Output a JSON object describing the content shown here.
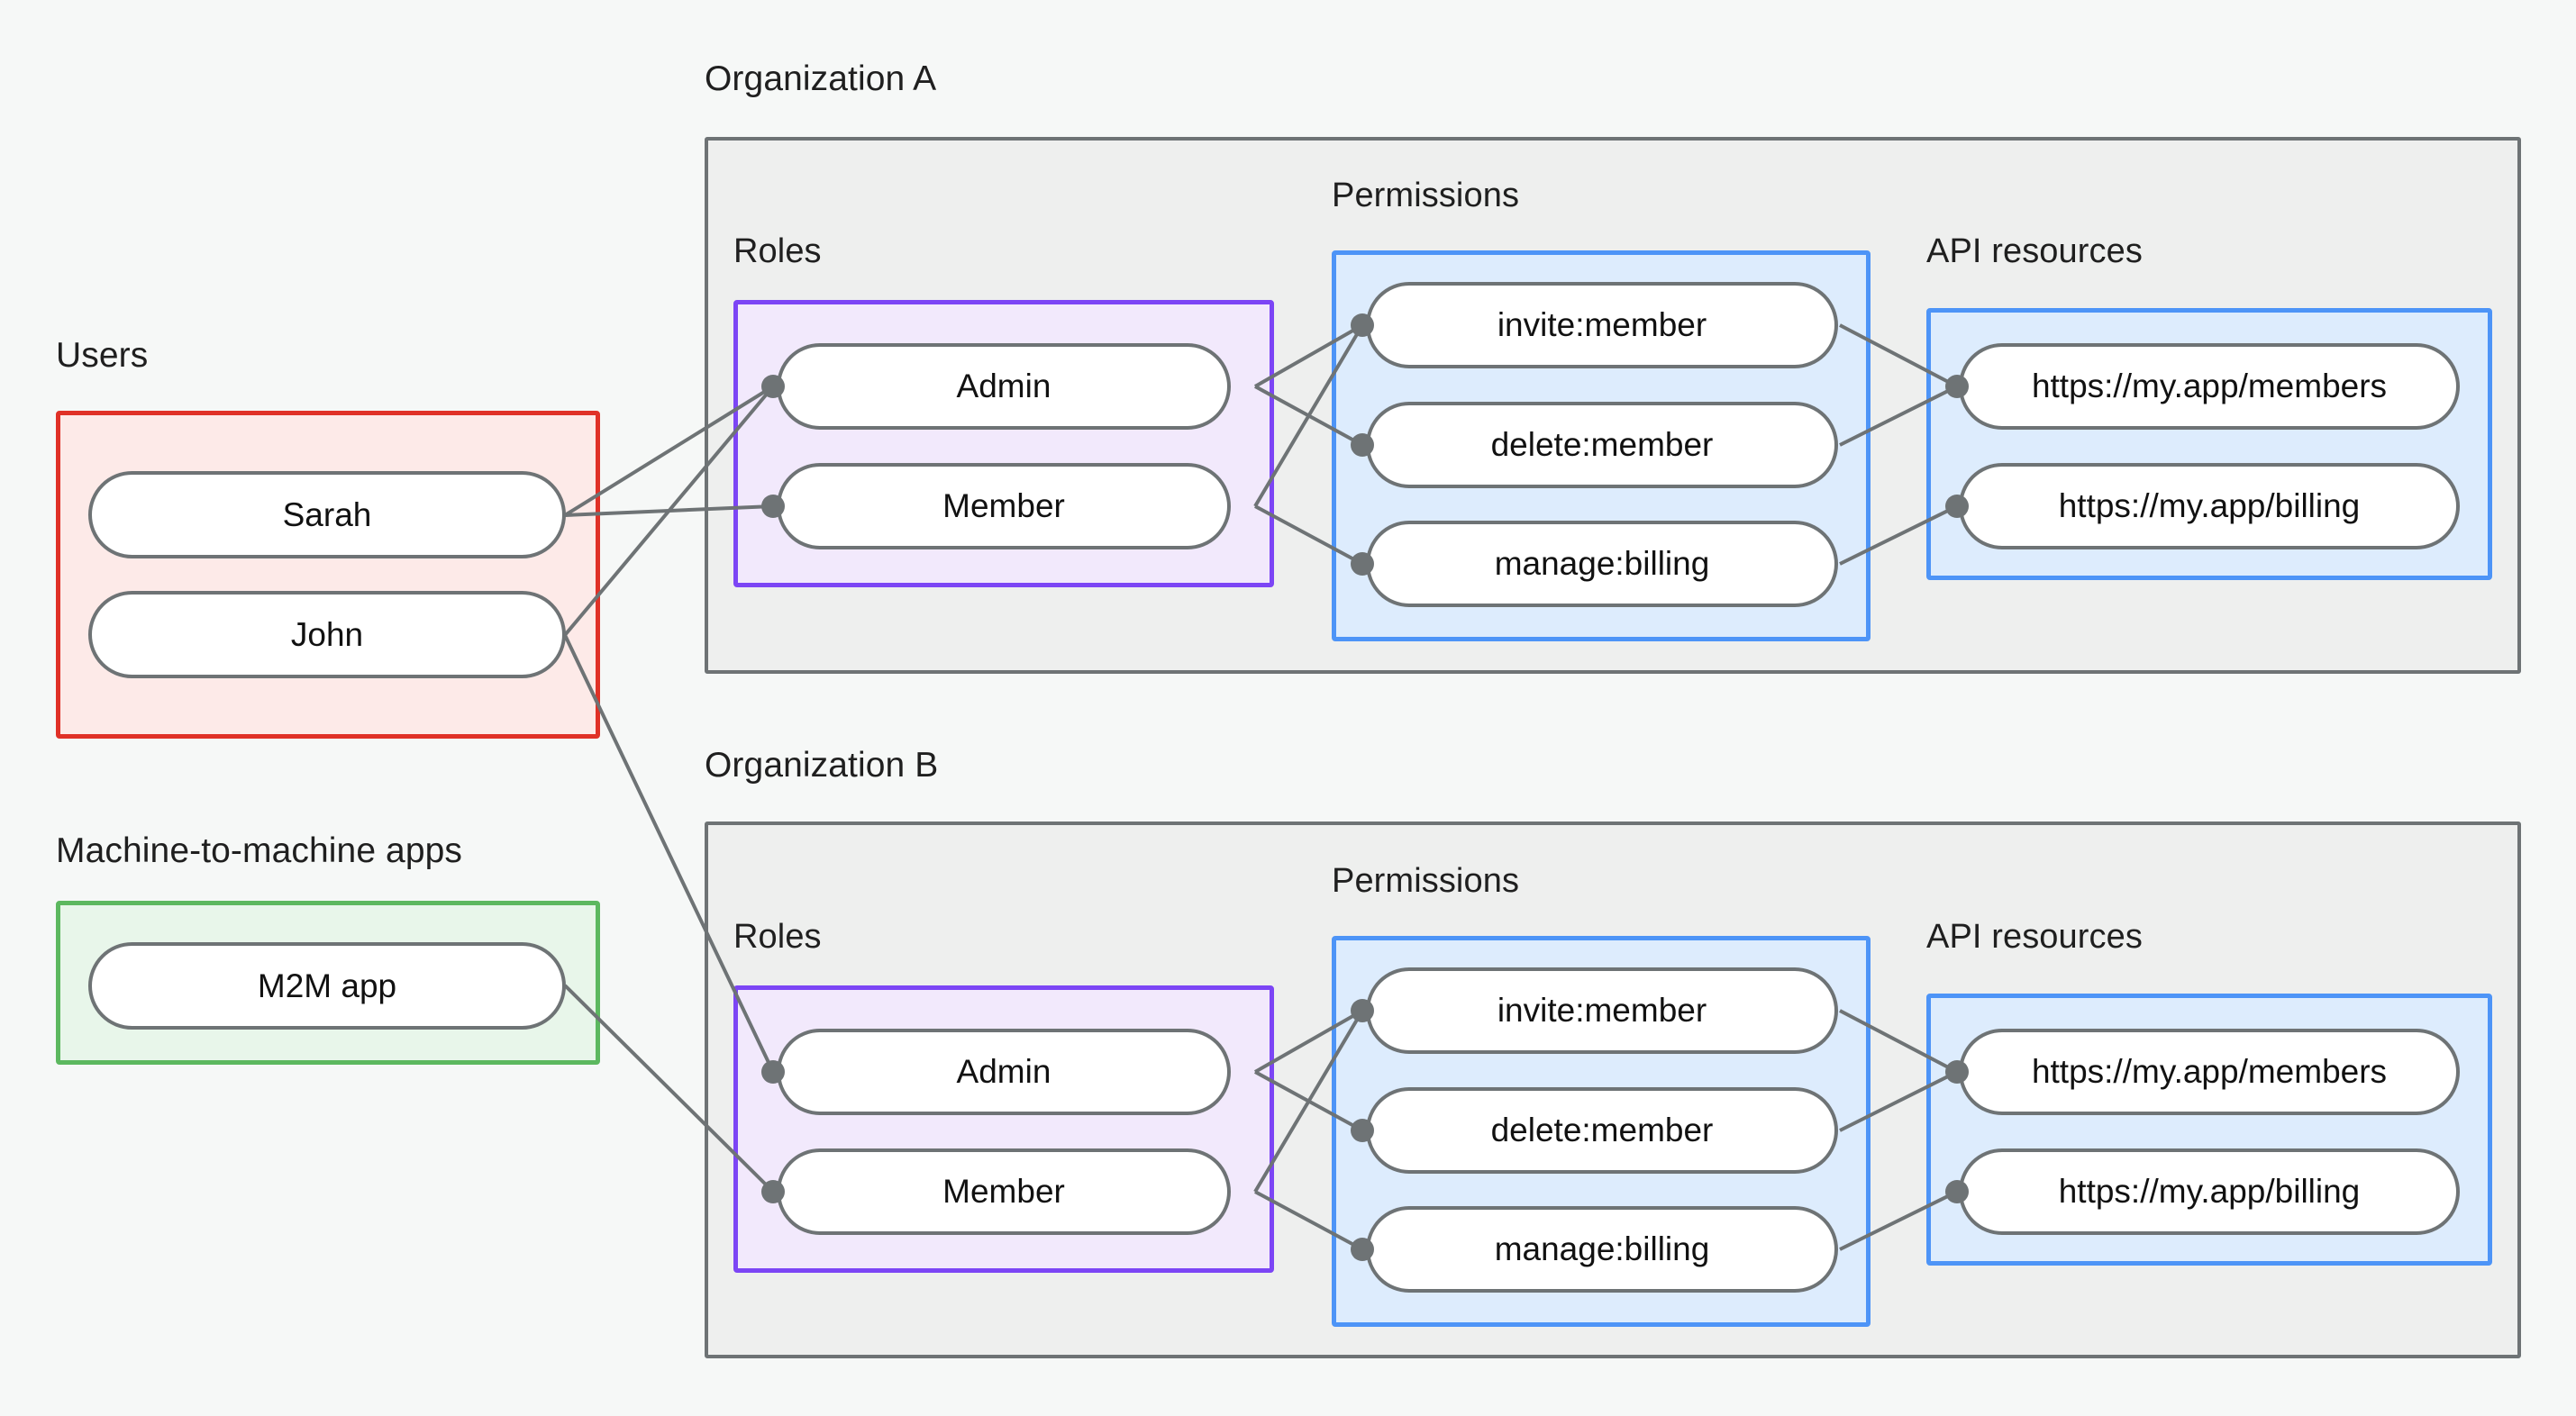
{
  "diagram": {
    "title_context": "Organization roles and permissions mapping",
    "background_color": "#f6f8f7"
  },
  "colors": {
    "users_border": "#e03127",
    "users_fill": "#fdeae8",
    "m2m_border": "#5cb85f",
    "m2m_fill": "#e8f6ea",
    "roles_border": "#7c45f5",
    "roles_fill": "#f2e9fc",
    "blue_border": "#4d94f7",
    "blue_fill": "#ddecfd",
    "org_border": "#6e7375",
    "org_fill": "#eeefee",
    "pill_border": "#6e7375",
    "pill_fill": "#ffffff",
    "edge_line": "#6e7375"
  },
  "labels": {
    "users": "Users",
    "m2m": "Machine-to-machine apps",
    "org_a": "Organization A",
    "org_b": "Organization B",
    "roles_a": "Roles",
    "roles_b": "Roles",
    "permissions_a": "Permissions",
    "permissions_b": "Permissions",
    "api_resources_a": "API resources",
    "api_resources_b": "API resources"
  },
  "users": {
    "items": [
      {
        "label": "Sarah"
      },
      {
        "label": "John"
      }
    ]
  },
  "m2m_apps": {
    "items": [
      {
        "label": "M2M app"
      }
    ]
  },
  "org_a": {
    "name": "Organization A",
    "roles": [
      {
        "label": "Admin"
      },
      {
        "label": "Member"
      }
    ],
    "permissions": [
      {
        "label": "invite:member"
      },
      {
        "label": "delete:member"
      },
      {
        "label": "manage:billing"
      }
    ],
    "api_resources": [
      {
        "label": "https://my.app/members"
      },
      {
        "label": "https://my.app/billing"
      }
    ]
  },
  "org_b": {
    "name": "Organization B",
    "roles": [
      {
        "label": "Admin"
      },
      {
        "label": "Member"
      }
    ],
    "permissions": [
      {
        "label": "invite:member"
      },
      {
        "label": "delete:member"
      },
      {
        "label": "manage:billing"
      }
    ],
    "api_resources": [
      {
        "label": "https://my.app/members"
      },
      {
        "label": "https://my.app/billing"
      }
    ]
  },
  "connections": [
    {
      "from": "Sarah",
      "to": "Organization A / Admin"
    },
    {
      "from": "Sarah",
      "to": "Organization A / Member"
    },
    {
      "from": "John",
      "to": "Organization A / Admin"
    },
    {
      "from": "John",
      "to": "Organization B / Admin"
    },
    {
      "from": "M2M app",
      "to": "Organization B / Member"
    },
    {
      "from": "Organization A / Admin",
      "to": "invite:member"
    },
    {
      "from": "Organization A / Admin",
      "to": "delete:member"
    },
    {
      "from": "Organization A / Member",
      "to": "invite:member"
    },
    {
      "from": "Organization A / Member",
      "to": "manage:billing"
    },
    {
      "from": "invite:member",
      "to": "https://my.app/members"
    },
    {
      "from": "delete:member",
      "to": "https://my.app/members"
    },
    {
      "from": "manage:billing",
      "to": "https://my.app/billing"
    },
    {
      "from": "Organization B / Admin",
      "to": "invite:member"
    },
    {
      "from": "Organization B / Admin",
      "to": "delete:member"
    },
    {
      "from": "Organization B / Member",
      "to": "invite:member"
    },
    {
      "from": "Organization B / Member",
      "to": "manage:billing"
    }
  ]
}
